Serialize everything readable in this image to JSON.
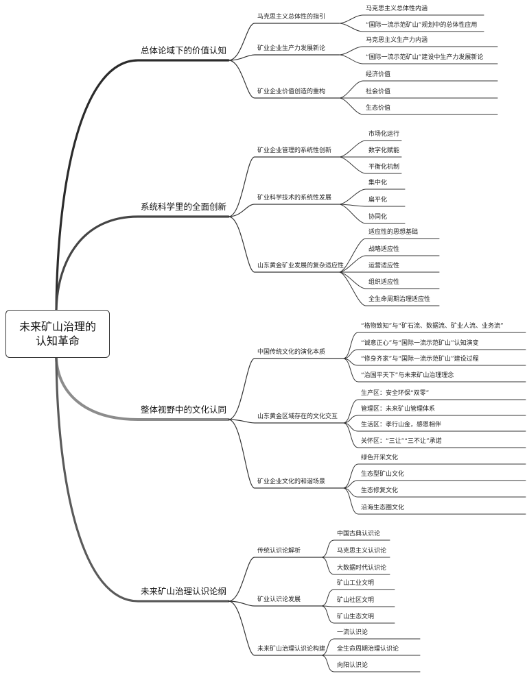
{
  "root": {
    "line1": "未来矿山治理的",
    "line2": "认知革命"
  },
  "colors": {
    "branch1": "#2b2b2b",
    "branch2": "#454545",
    "branch3": "#8c8c8c",
    "branch4": "#5a5a5a",
    "lines": "#333333"
  },
  "branches": [
    {
      "label": "总体论域下的价值认知",
      "children": [
        {
          "label": "马克思主义总体性的指引",
          "children": [
            "马克思主义总体性内涵",
            "“国际一流示范矿山”规划中的总体性应用"
          ]
        },
        {
          "label": "矿业企业生产力发展新论",
          "children": [
            "马克思主义生产力内涵",
            "“国际一流示范矿山”建设中生产力发展新论"
          ]
        },
        {
          "label": "矿业企业价值创造的重构",
          "children": [
            "经济价值",
            "社会价值",
            "生态价值"
          ]
        }
      ]
    },
    {
      "label": "系统科学里的全面创新",
      "children": [
        {
          "label": "矿业企业管理的系统性创新",
          "children": [
            "市场化运行",
            "数字化赋能",
            "平衡化机制"
          ]
        },
        {
          "label": "矿业科学技术的系统性发展",
          "children": [
            "集中化",
            "扁平化",
            "协同化"
          ]
        },
        {
          "label": "山东黄金矿业发展的复杂适应性",
          "children": [
            "适应性的思想基础",
            "战略适应性",
            "运营适应性",
            "组织适应性",
            "全生命周期治理适应性"
          ]
        }
      ]
    },
    {
      "label": "整体视野中的文化认同",
      "children": [
        {
          "label": "中国传统文化的演化本质",
          "children": [
            "“格物致知”与“矿石流、数据流、矿业人流、业务流”",
            "“诚意正心”与“国际一流示范矿山”认知演变",
            "“修身齐家”与“国际一流示范矿山”建设过程",
            "“治国平天下”与未来矿山治理理念"
          ]
        },
        {
          "label": "山东黄金区域存在的文化交互",
          "children": [
            "生产区：安全环保“双零”",
            "管理区：未来矿山管理体系",
            "生活区：孝行山金，感恩相伴",
            "关怀区：“三让”“三不让”承诺"
          ]
        },
        {
          "label": "矿业企业文化的和谐场景",
          "children": [
            "绿色开采文化",
            "生态型矿山文化",
            "生态修复文化",
            "沿海生态圈文化"
          ]
        }
      ]
    },
    {
      "label": "未来矿山治理认识论纲",
      "children": [
        {
          "label": "传统认识论解析",
          "children": [
            "中国古典认识论",
            "马克思主义认识论",
            "大数据时代认识论"
          ]
        },
        {
          "label": "矿业认识论发展",
          "children": [
            "矿山工业文明",
            "矿山社区文明",
            "矿山生态文明"
          ]
        },
        {
          "label": "未来矿山治理认识论构建",
          "children": [
            "一流认识论",
            "全生命周期治理认识论",
            "向阳认识论"
          ]
        }
      ]
    }
  ]
}
